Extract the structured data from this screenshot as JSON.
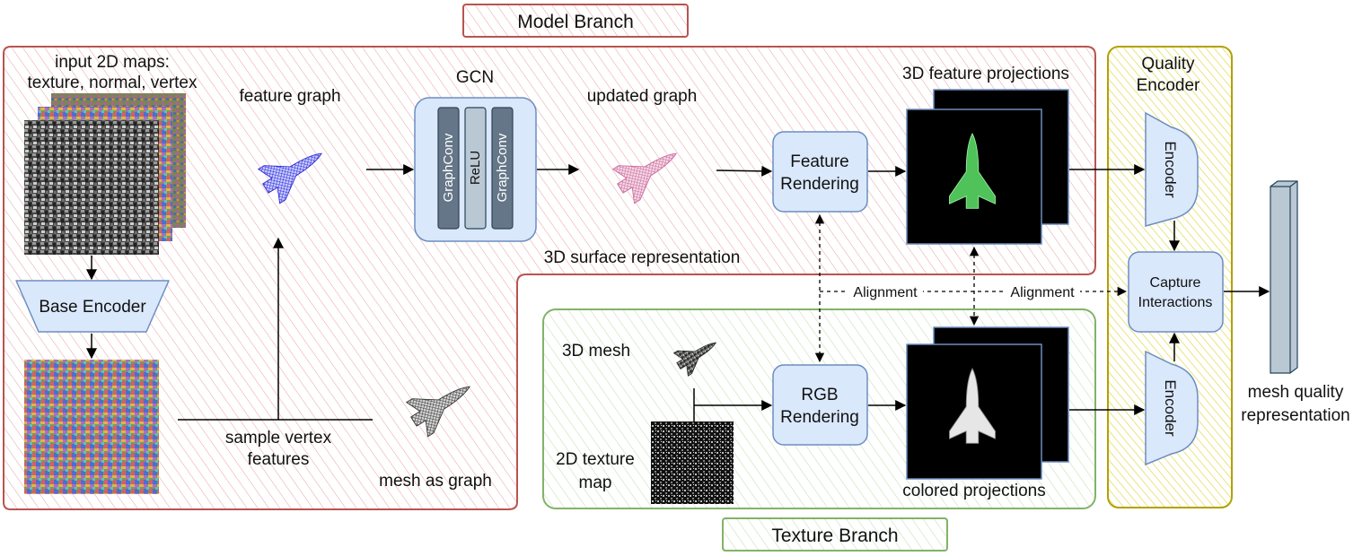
{
  "labels": {
    "model_branch": "Model Branch",
    "texture_branch": "Texture Branch",
    "input_maps_line1": "input 2D maps:",
    "input_maps_line2": "texture, normal, vertex",
    "feature_graph": "feature graph",
    "gcn": "GCN",
    "updated_graph": "updated graph",
    "feature_projections": "3D feature projections",
    "quality_encoder_line1": "Quality",
    "quality_encoder_line2": "Encoder",
    "base_encoder": "Base Encoder",
    "surface_representation": "3D surface representation",
    "feature_rendering_line1": "Feature",
    "feature_rendering_line2": "Rendering",
    "rgb_rendering_line1": "RGB",
    "rgb_rendering_line2": "Rendering",
    "sample_vertex_line1": "sample vertex",
    "sample_vertex_line2": "features",
    "mesh_as_graph": "mesh as graph",
    "mesh_3d": "3D mesh",
    "texture_map_line1": "2D texture",
    "texture_map_line2": "map",
    "colored_projections": "colored projections",
    "alignment_1": "Alignment",
    "alignment_2": "Alignment",
    "capture_line1": "Capture",
    "capture_line2": "Interactions",
    "encoder_top": "Encoder",
    "encoder_bottom": "Encoder",
    "mesh_quality_line1": "mesh quality",
    "mesh_quality_line2": "representation"
  },
  "gcn_layers": [
    "GraphConv",
    "ReLU",
    "GraphConv"
  ],
  "colors": {
    "model_branch": "#b85450",
    "texture_branch": "#82b366",
    "quality_encoder": "#c9b400",
    "box_fill": "#dae8fc",
    "box_stroke": "#6c8ebf",
    "feature_graph_mesh": "#2a2ad8",
    "updated_graph_mesh": "#cc6a9a",
    "feature_projection_shuttle": "#4fc25a"
  }
}
